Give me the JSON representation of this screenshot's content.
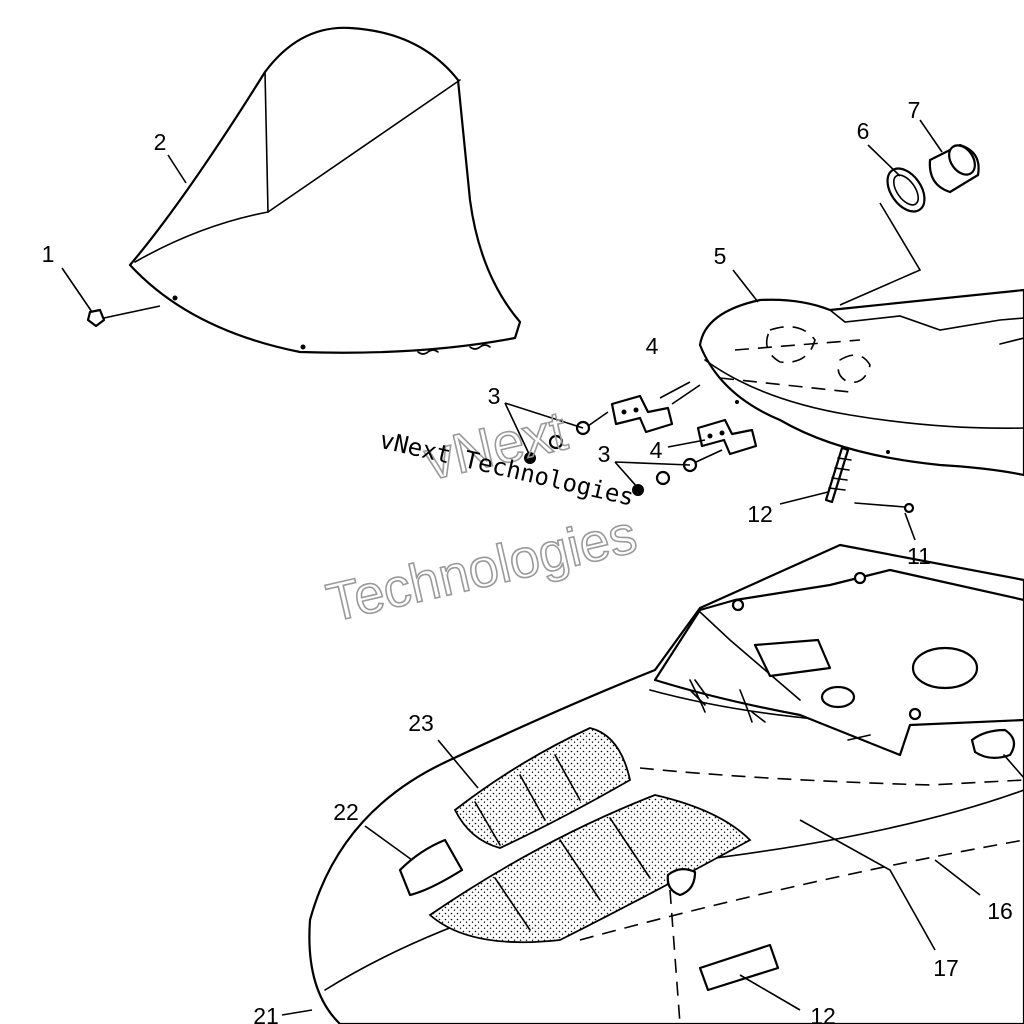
{
  "diagram": {
    "callouts": {
      "c1": "1",
      "c2": "2",
      "c3a": "3",
      "c3b": "3",
      "c4a": "4",
      "c4b": "4",
      "c5": "5",
      "c6": "6",
      "c7": "7",
      "c11": "11",
      "c12a": "12",
      "c12b": "12",
      "c16": "16",
      "c17": "17",
      "c21": "21",
      "c22": "22",
      "c23": "23"
    },
    "watermark": {
      "line1": "vNext",
      "line2": "Technologies",
      "caption": "vNext Technologies"
    },
    "colors": {
      "line": "#000000",
      "background": "#ffffff",
      "watermark_outline": "#9a9a9a"
    }
  }
}
